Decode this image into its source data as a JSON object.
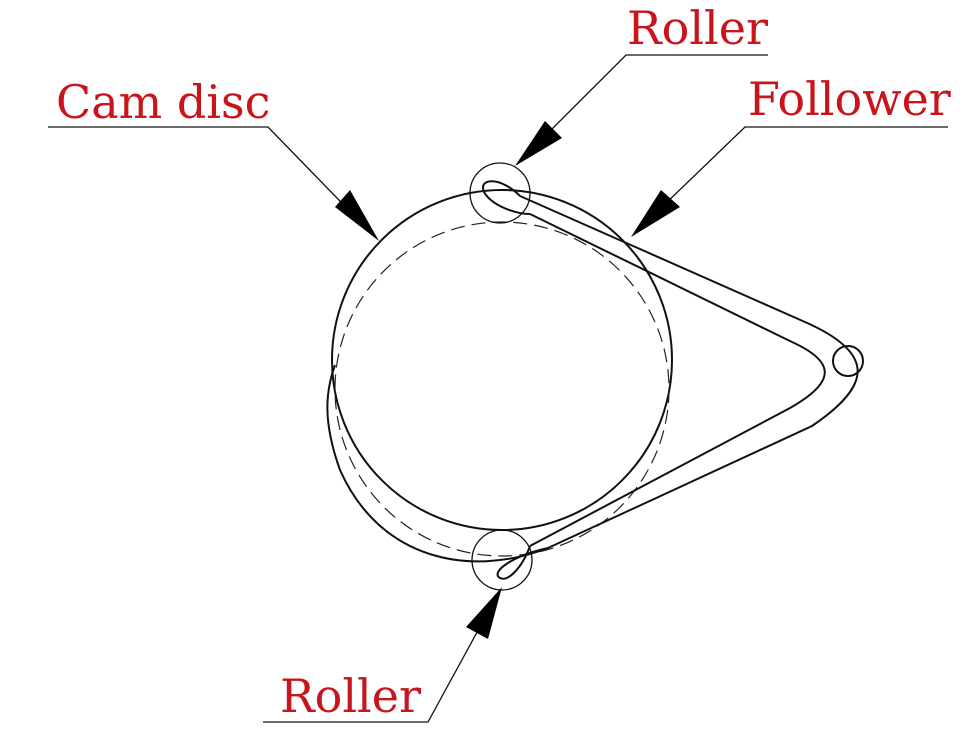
{
  "labels": {
    "cam_disc": "Cam disc",
    "roller_top": "Roller",
    "follower": "Follower",
    "roller_bottom": "Roller"
  },
  "colors": {
    "label": "#c8141b",
    "line": "#111111"
  }
}
